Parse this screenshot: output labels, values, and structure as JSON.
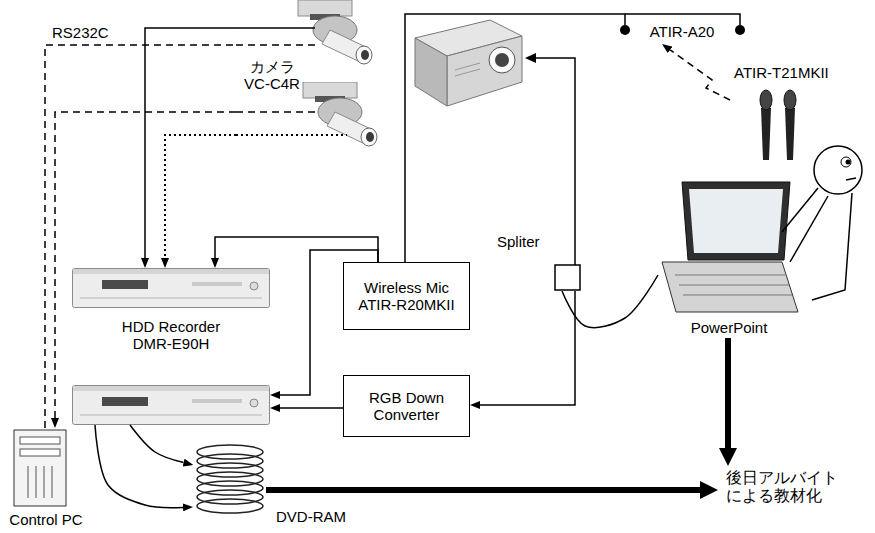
{
  "diagram": {
    "nodes": [
      {
        "text": [
          "カメラ VC-C4R"
        ]
      },
      {
        "text": [
          "ATIR-A20"
        ]
      },
      {
        "text": [
          "ATIR-T21MKII"
        ]
      },
      {
        "text": [
          "Wireless Mic ATIR-R20MKII"
        ]
      },
      {
        "text": [
          "Spliter"
        ]
      },
      {
        "text": [
          "PowerPoint"
        ]
      },
      {
        "text": [
          "HDD Recorder DMR-E90H"
        ]
      },
      {
        "text": [
          "RGB Down Converter"
        ]
      },
      {
        "text": [
          "Control PC"
        ]
      },
      {
        "text": [
          "DVD-RAM"
        ]
      },
      {
        "text": [
          "後日アルバイト による教材化"
        ]
      }
    ],
    "edges": [
      {
        "from": 0,
        "to": 6,
        "arrow": "to"
      },
      {
        "from": 0,
        "to": 6,
        "arrow": "to"
      },
      {
        "from": 8,
        "to": 0,
        "arrow": "none",
        "label": "RS232C"
      },
      {
        "from": 0,
        "to": 8,
        "arrow": "to"
      },
      {
        "from": 1,
        "to": 3,
        "arrow": "none"
      },
      {
        "from": 2,
        "to": 1,
        "arrow": "to"
      },
      {
        "from": 3,
        "to": 6,
        "arrow": "to"
      },
      {
        "from": 3,
        "to": 6,
        "arrow": "to"
      },
      {
        "from": 5,
        "to": 4,
        "arrow": "none"
      },
      {
        "from": 4,
        "to": 7,
        "arrow": "to"
      },
      {
        "from": 7,
        "to": 6,
        "arrow": "to"
      },
      {
        "from": 6,
        "to": 9,
        "arrow": "to"
      },
      {
        "from": 6,
        "to": 9,
        "arrow": "to"
      },
      {
        "from": 9,
        "to": 10,
        "arrow": "to"
      },
      {
        "from": 5,
        "to": 10,
        "arrow": "to"
      }
    ]
  }
}
